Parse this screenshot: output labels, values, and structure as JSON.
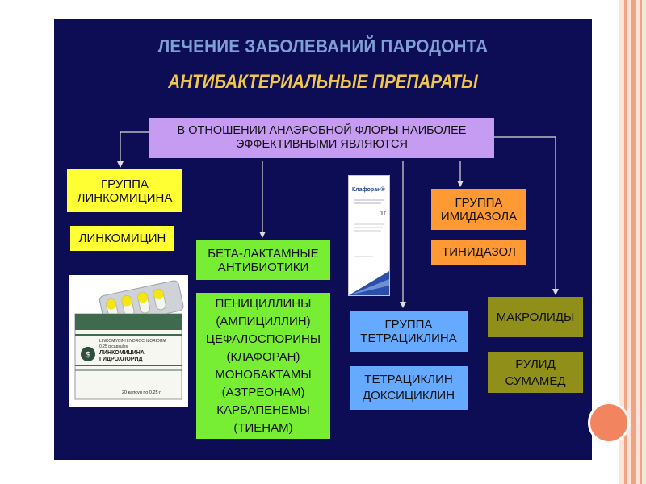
{
  "slide": {
    "title": "ЛЕЧЕНИЕ ЗАБОЛЕВАНИЙ ПАРОДОНТА",
    "subtitle": "АНТИБАКТЕРИАЛЬНЫЕ ПРЕПАРАТЫ"
  },
  "boxes": {
    "root": "В ОТНОШЕНИИ АНАЭРОБНОЙ ФЛОРЫ НАИБОЛЕЕ\nЭФФЕКТИВНЫМИ ЯВЛЯЮТСЯ",
    "group_lincomycin": "ГРУППА\nЛИНКОМИЦИНА",
    "lincomycin": "ЛИНКОМИЦИН",
    "beta_lactam": "БЕТА-ЛАКТАМНЫЕ\nАНТИБИОТИКИ",
    "beta_lactam_list": "ПЕНИЦИЛЛИНЫ\n(АМПИЦИЛЛИН)\nЦЕФАЛОСПОРИНЫ\n(КЛАФОРАН)\nМОНОБАКТАМЫ\n(АЗТРЕОНАМ)\nКАРБАПЕНЕМЫ\n(ТИЕНАМ)",
    "group_tetracycline": "ГРУППА\nТЕТРАЦИКЛИНА",
    "tetracycline_list": "ТЕТРАЦИКЛИН\nДОКСИЦИКЛИН",
    "group_imidazole": "ГРУППА\nИМИДАЗОЛА",
    "tinidazole": "ТИНИДАЗОЛ",
    "macrolides": "МАКРОЛИДЫ",
    "macrolides_list": "РУЛИД\nСУМАМЕД"
  },
  "photos": {
    "lincomycin_pack": {
      "label_top": "LINCOMYCINI HYDROCHLORIDUM",
      "label_dose": "0,25 g capsules",
      "name": "ЛИНКОМИЦИНА\nГИДРОХЛОРИД",
      "count": "20 капсул по 0,25 г"
    },
    "claforan_box": {
      "brand": "Клафоран®",
      "dose": "1г"
    }
  },
  "colors": {
    "background": "#0d0d55",
    "title": "#7f9fd6",
    "subtitle": "#f2c64a",
    "root": "#c59cf2",
    "yellow": "#ffff33",
    "green": "#77ee33",
    "blue": "#66aaff",
    "orange": "#ff9933",
    "olive": "#8f8f1a"
  }
}
